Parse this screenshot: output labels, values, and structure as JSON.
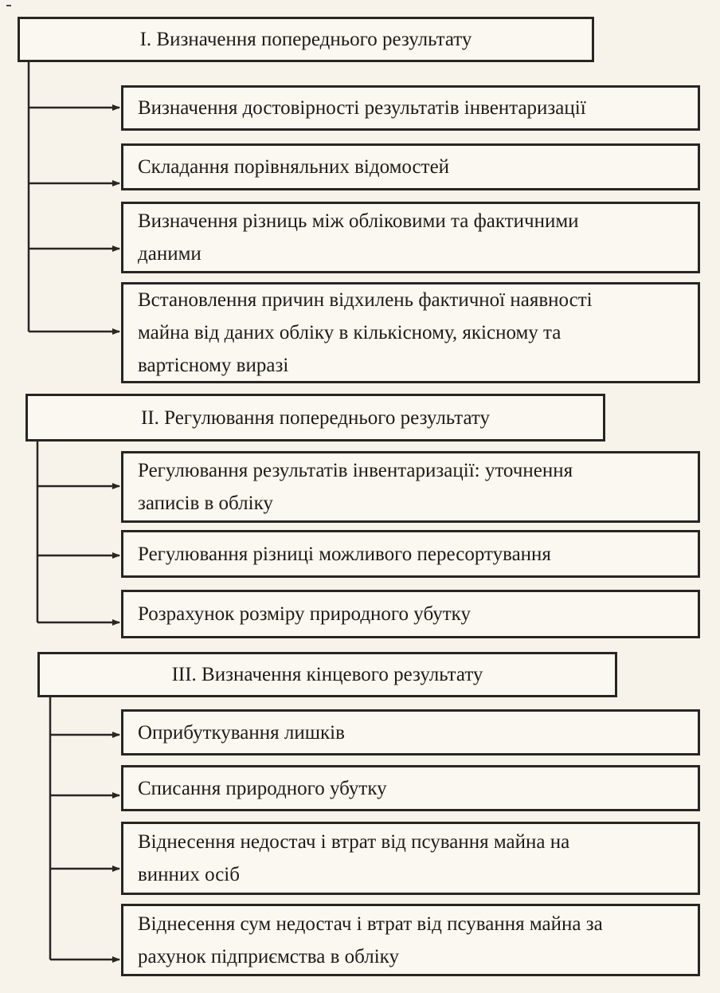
{
  "sections": [
    {
      "title": "I. Визначення попереднього результату",
      "items": [
        "Визначення достовірності результатів інвентаризації",
        "Складання порівняльних відомостей",
        "Визначення різниць між обліковими та фактичними\nданими",
        "Встановлення причин відхилень фактичної наявності\nмайна від даних обліку в кількісному, якісному та\nвартісному виразі"
      ]
    },
    {
      "title": "II. Регулювання попереднього результату",
      "items": [
        "Регулювання результатів інвентаризації: уточнення\nзаписів в обліку",
        "Регулювання різниці можливого пересортування",
        "Розрахунок розміру природного убутку"
      ]
    },
    {
      "title": "III. Визначення кінцевого результату",
      "items": [
        "Оприбуткування лишків",
        "Списання природного убутку",
        "Віднесення недостач і втрат від псування майна на\nвинних осіб",
        "Віднесення сум недостач і втрат від псування майна за\nрахунок підприємства в обліку"
      ]
    }
  ]
}
